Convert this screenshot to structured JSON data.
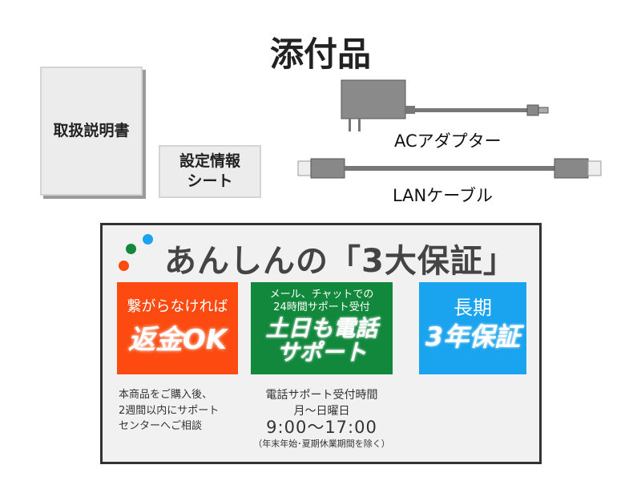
{
  "title": "添付品",
  "items": {
    "manual": "取扱説明書",
    "settings_sheet": [
      "設定情報",
      "シート"
    ],
    "ac_adapter": "ACアダプター",
    "lan_cable": "LANケーブル"
  },
  "warranty": {
    "heading": "あんしんの「3大保証」",
    "colors": {
      "red": "#fc4a10",
      "green": "#12883c",
      "blue": "#1aa3ee"
    },
    "cards": [
      {
        "top": "繋がらなければ",
        "main": [
          "返金OK"
        ]
      },
      {
        "top": [
          "メール、チャットでの",
          "24時間サポート受付"
        ],
        "main": [
          "土日も電話",
          "サポート"
        ]
      },
      {
        "top": "長期",
        "main": [
          "3年保証"
        ]
      }
    ],
    "refund_note": [
      "本商品をご購入後、",
      "2週間以内にサポート",
      "センターへご相談"
    ],
    "support_hours": {
      "label": "電話サポート受付時間",
      "days": "月～日曜日",
      "time": "9:00～17:00",
      "exclusion": "（年末年始･夏期休業期間を除く）"
    }
  }
}
